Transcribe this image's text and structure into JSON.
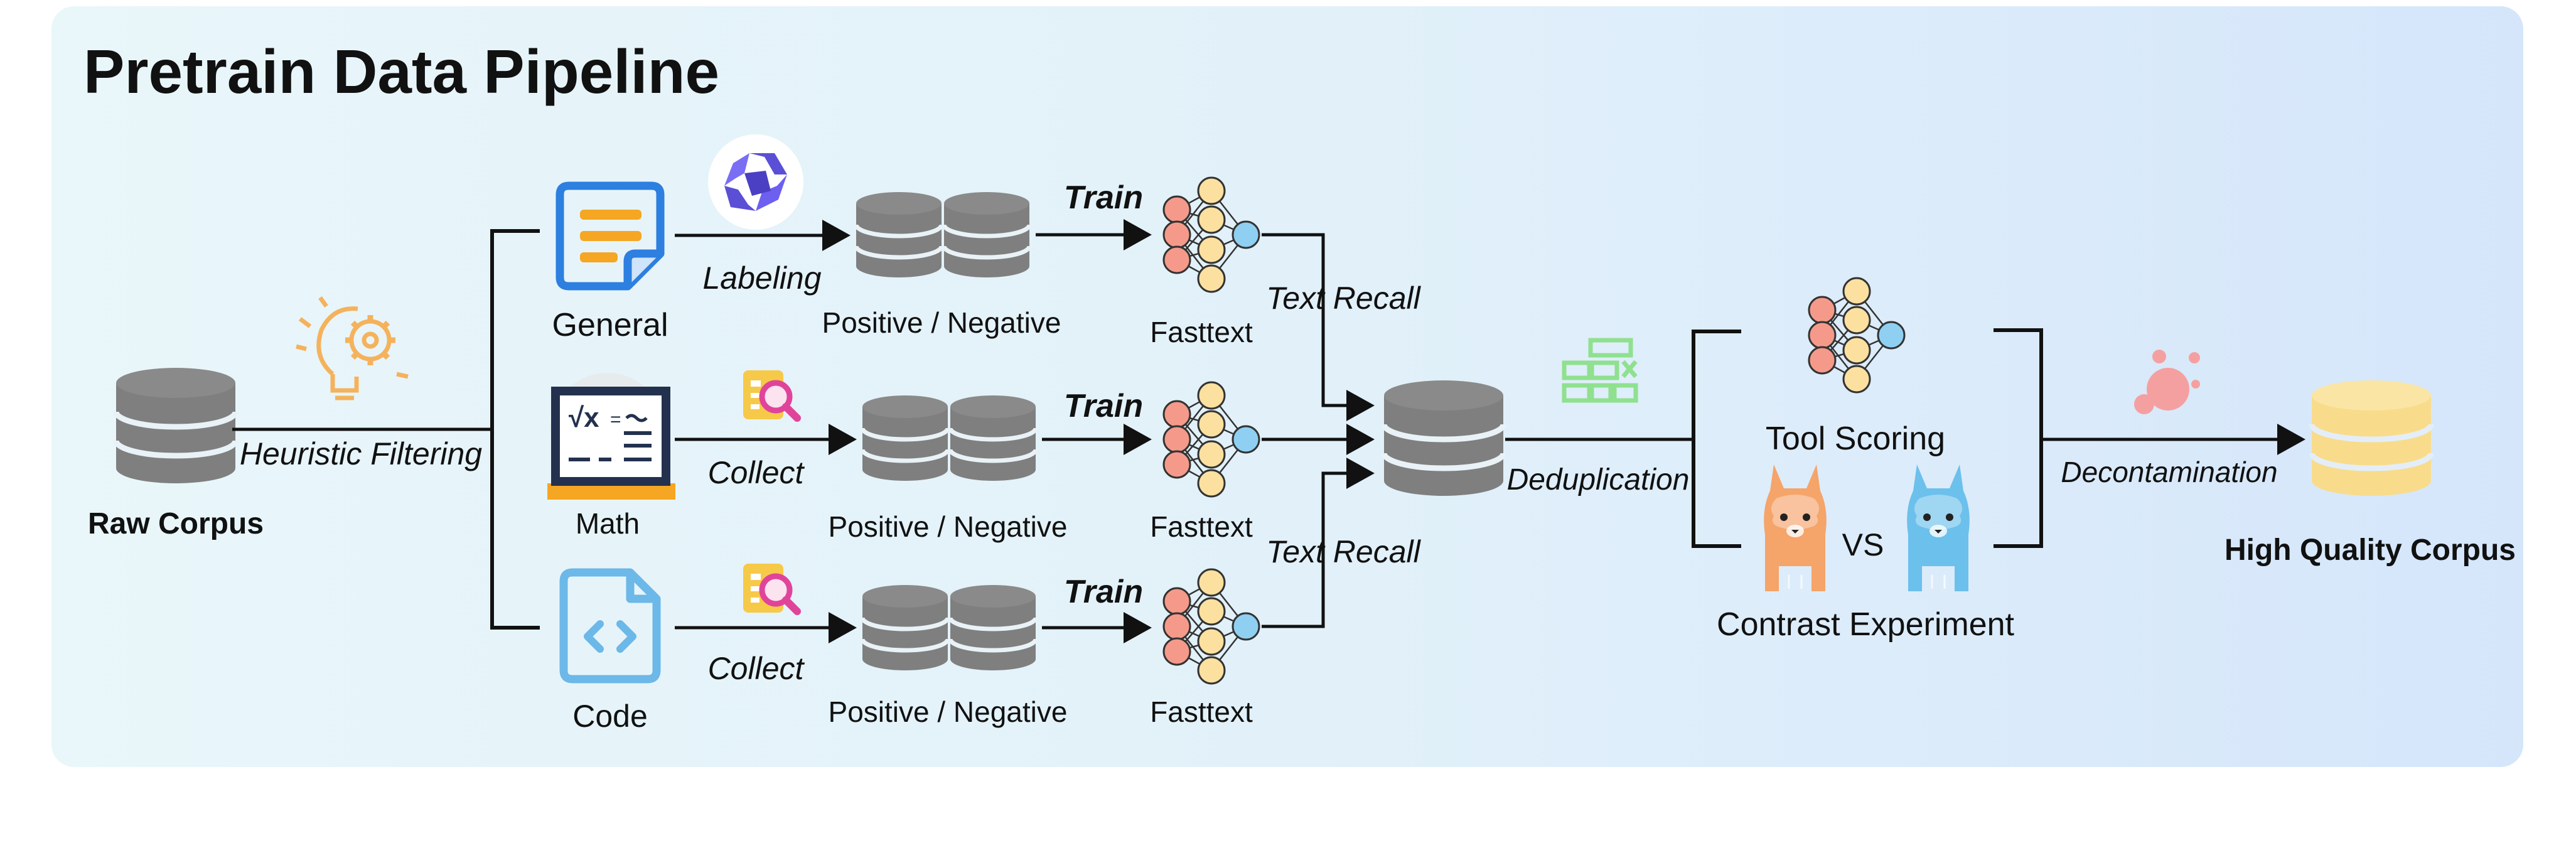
{
  "title": "Pretrain Data Pipeline",
  "source": {
    "label": "Raw Corpus"
  },
  "steps": {
    "heuristic": "Heuristic Filtering",
    "labeling": "Labeling",
    "collect_math": "Collect",
    "collect_code": "Collect",
    "train_general": "Train",
    "train_math": "Train",
    "train_code": "Train",
    "recall_top": "Text Recall",
    "recall_bottom": "Text Recall",
    "dedup": "Deduplication",
    "decontam": "Decontamination"
  },
  "branches": {
    "general": {
      "label": "General",
      "pn": "Positive / Negative",
      "model": "Fasttext"
    },
    "math": {
      "label": "Math",
      "pn": "Positive / Negative",
      "model": "Fasttext"
    },
    "code": {
      "label": "Code",
      "pn": "Positive / Negative",
      "model": "Fasttext"
    }
  },
  "evaluation": {
    "tool_scoring": "Tool Scoring",
    "vs": "VS",
    "contrast": "Contrast Experiment"
  },
  "output": {
    "label": "High Quality Corpus"
  },
  "colors": {
    "db_gray": "#7f7f7f",
    "db_gold": "#f8dc8c",
    "general_blue": "#2d7fe0",
    "code_blue": "#6cb8e8",
    "accent_orange": "#f5a623",
    "green": "#8fe08f",
    "pink": "#f5a0a0",
    "alpaca_orange": "#f5a46a",
    "alpaca_blue": "#6cc0ec"
  },
  "icons": [
    "database-icon",
    "lightbulb-gear-icon",
    "document-icon",
    "math-board-icon",
    "code-file-icon",
    "qwen-logo-icon",
    "search-doc-icon",
    "neural-network-icon",
    "dedup-grid-icon",
    "dots-icon",
    "alpaca-icon"
  ]
}
